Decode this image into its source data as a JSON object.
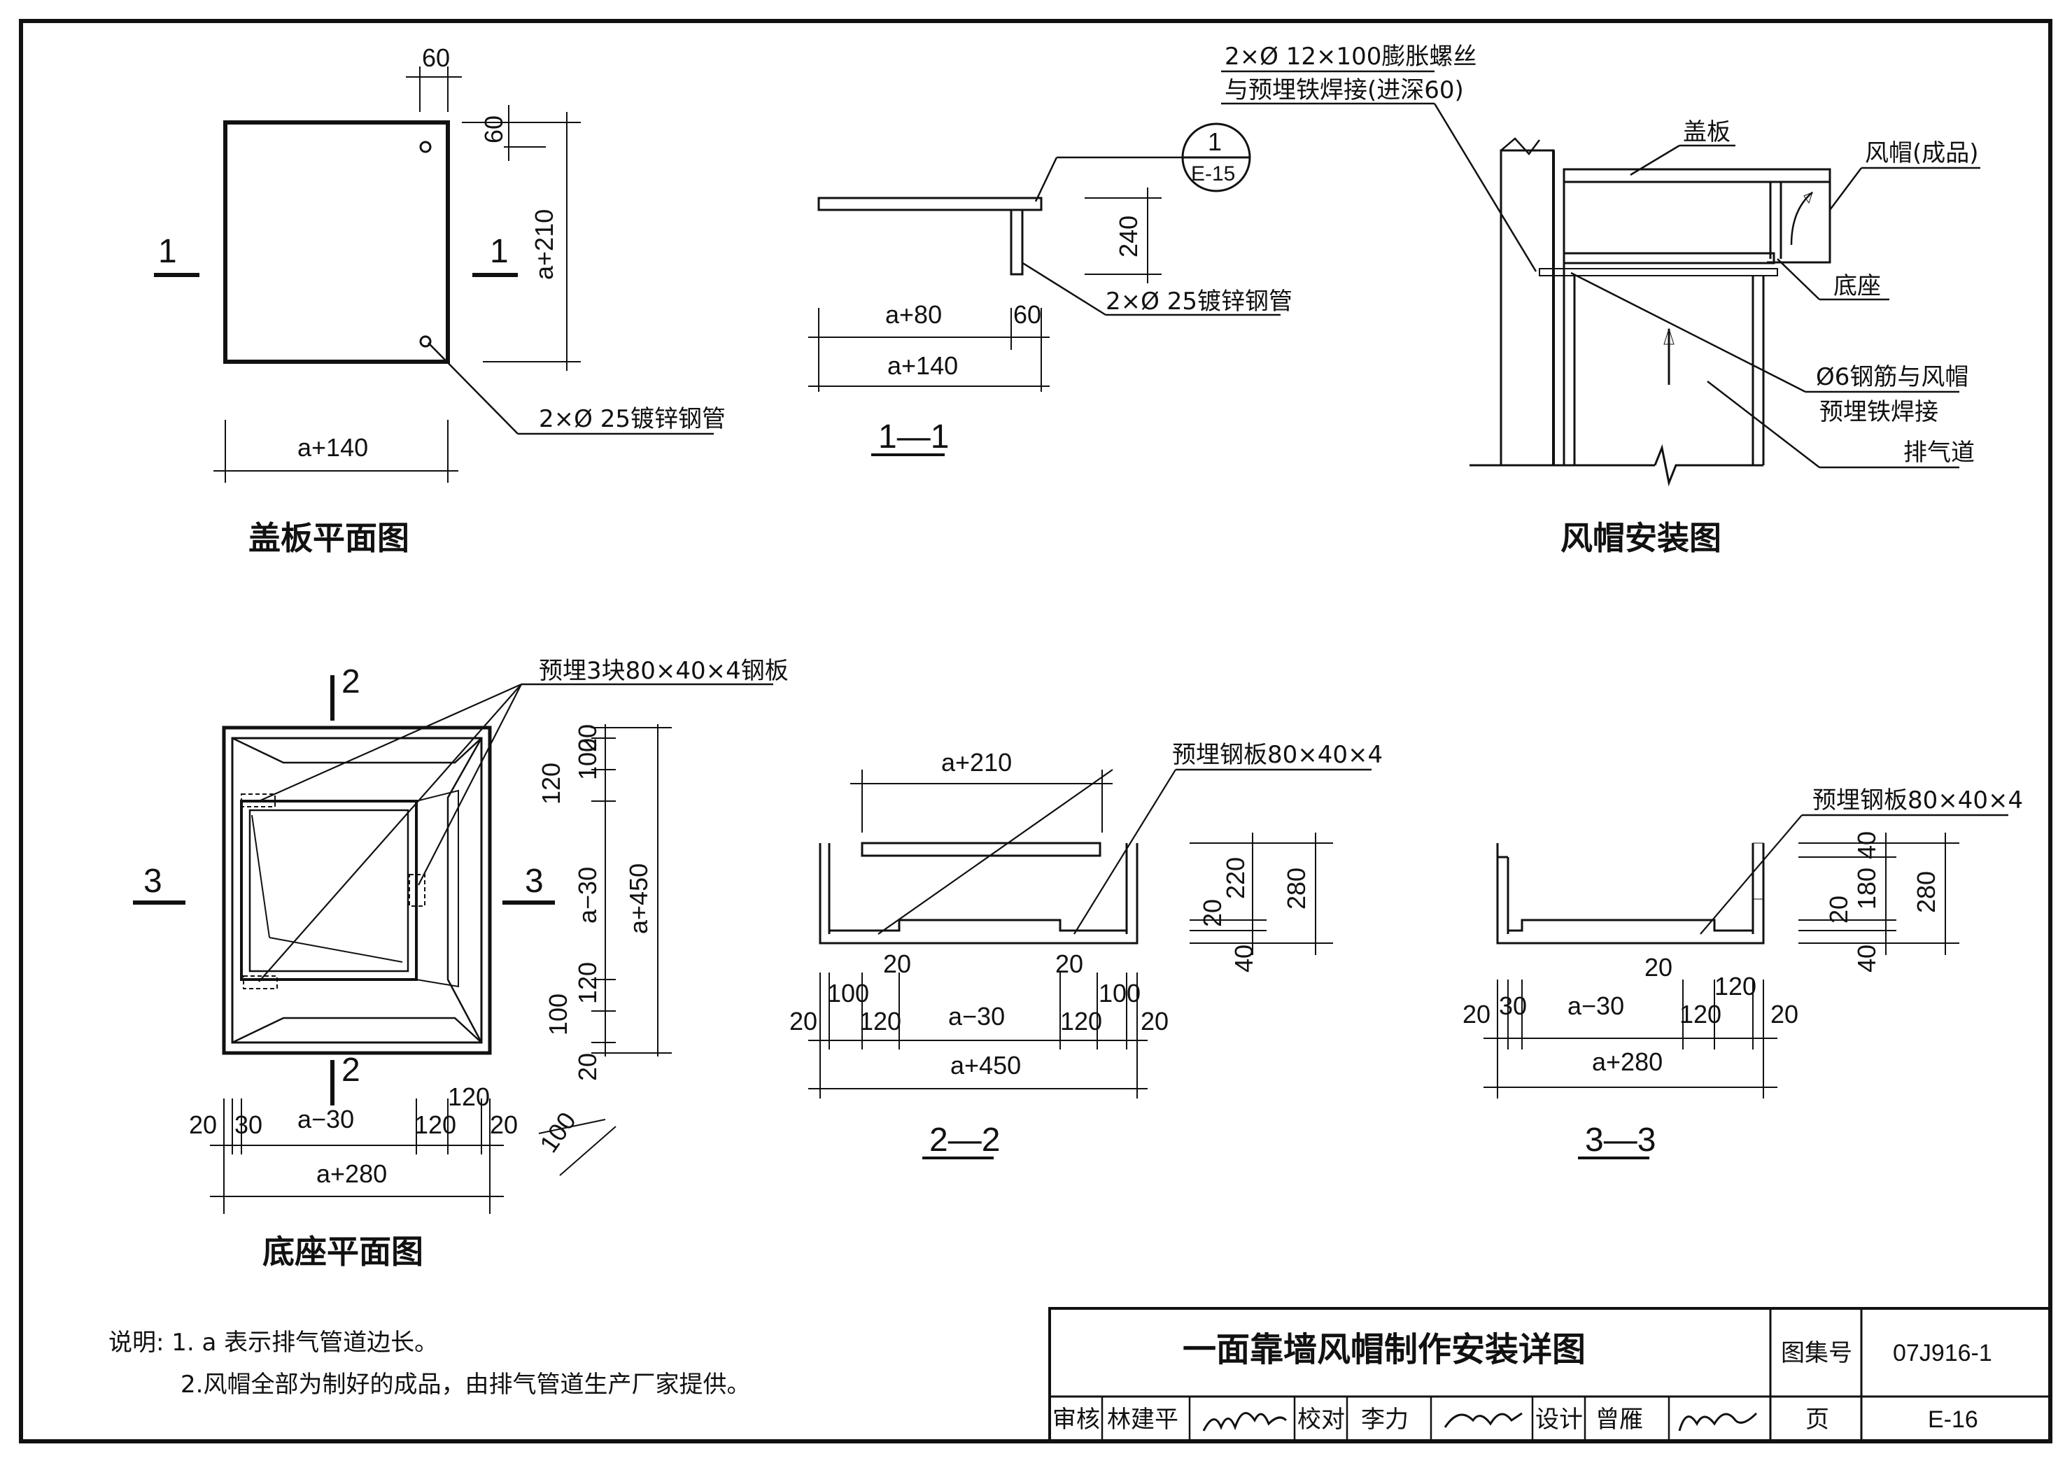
{
  "drawings": {
    "cover_plan": {
      "title": "盖板平面图",
      "section_mark": "1",
      "pipe_note": "2×Ø 25镀锌钢管",
      "dims": {
        "top": "60",
        "side_small": "60",
        "side": "a+210",
        "width": "a+140"
      }
    },
    "section_1_1": {
      "title": "1—1",
      "detail_ref_top": "1",
      "detail_ref_bottom": "E-15",
      "pipe_note": "2×Ø 25镀锌钢管",
      "dims": {
        "height": "240",
        "a80": "a+80",
        "d60": "60",
        "a140": "a+140"
      }
    },
    "hood_install": {
      "title": "风帽安装图",
      "bolt_note_1": "2×Ø 12×100膨胀螺丝",
      "bolt_note_2": "与预埋铁焊接(进深60)",
      "cover_label": "盖板",
      "hood_label": "风帽(成品)",
      "base_label": "底座",
      "rebar_note_1": "Ø6钢筋与风帽",
      "rebar_note_2": "预埋铁焊接",
      "duct_label": "排气道"
    },
    "base_plan": {
      "title": "底座平面图",
      "plate_note": "预埋3块80×40×4钢板",
      "section_mark_2": "2",
      "section_mark_3": "3",
      "dims_right": [
        "20",
        "100",
        "120",
        "a−30",
        "120",
        "100",
        "20"
      ],
      "dim_total_right": "a+450",
      "dims_bottom": [
        "20",
        "30",
        "a−30",
        "120",
        "120",
        "20"
      ],
      "dim_total_bottom": "a+280",
      "dim_diag": "100"
    },
    "section_2_2": {
      "title": "2—2",
      "plate_note": "预埋钢板80×40×4",
      "dim_top": "a+210",
      "dims_right": [
        "220",
        "280",
        "20",
        "40"
      ],
      "dims_small": [
        "20",
        "20"
      ],
      "dims_bottom": [
        "20",
        "100",
        "120",
        "a−30",
        "120",
        "100",
        "20"
      ],
      "dim_total": "a+450"
    },
    "section_3_3": {
      "title": "3—3",
      "plate_note": "预埋钢板80×40×4",
      "dims_right": [
        "40",
        "180",
        "280",
        "20",
        "40"
      ],
      "dim_small": "20",
      "dims_bottom": [
        "20",
        "30",
        "a−30",
        "120",
        "120",
        "20"
      ],
      "dim_total": "a+280"
    }
  },
  "notes": {
    "line1": "说明: 1. a 表示排气管道边长。",
    "line2": "2.风帽全部为制好的成品，由排气管道生产厂家提供。"
  },
  "title_block": {
    "title": "一面靠墙风帽制作安装详图",
    "atlas_label": "图集号",
    "atlas_no": "07J916-1",
    "review_label": "审核",
    "reviewer": "林建平",
    "check_label": "校对",
    "checker": "李力",
    "design_label": "设计",
    "designer": "曾雁",
    "page_label": "页",
    "page_no": "E-16"
  }
}
